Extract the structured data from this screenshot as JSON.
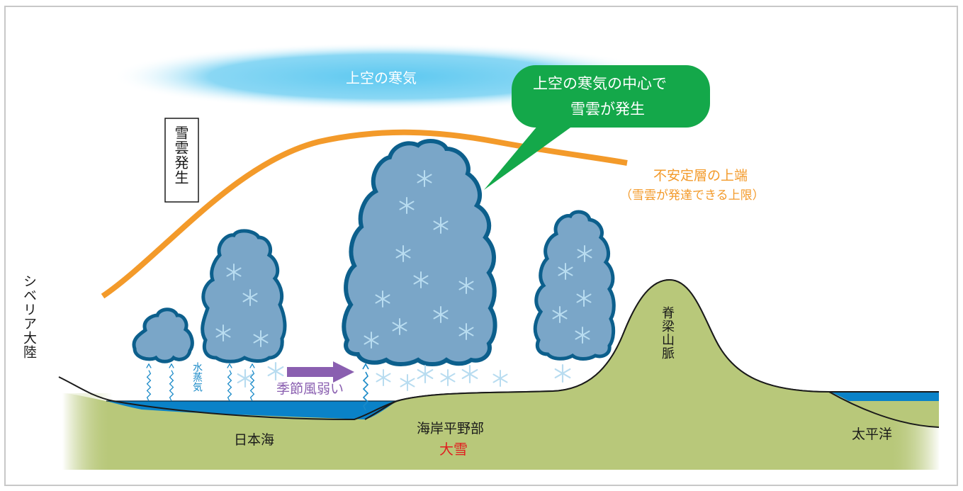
{
  "labels": {
    "upper_cold_air": "上空の寒気",
    "callout_line1": "上空の寒気の中心で",
    "callout_line2": "雪雲が発生",
    "snow_cloud_generation": "雪雲発生",
    "unstable_layer_top": "不安定層の上端",
    "unstable_layer_note": "（雪雲が発達できる上限）",
    "siberia": "シベリア大陸",
    "water_vapor": "水蒸気",
    "seasonal_wind": "季節風弱い",
    "sea_of_japan": "日本海",
    "coastal_plain": "海岸平野部",
    "heavy_snow": "大雪",
    "mountains": "脊梁山脈",
    "pacific": "太平洋"
  },
  "colors": {
    "cold_air": "#5cc8f0",
    "callout": "#14a84a",
    "unstable_line": "#f39a2a",
    "cloud_fill": "#7aa6c8",
    "cloud_edge": "#0c5f8c",
    "snowflake": "#b8dcf0",
    "sea": "#0a82c8",
    "land": "#b8c87a",
    "wind_arrow": "#8a5fb0",
    "heavy_snow": "#e02020"
  }
}
